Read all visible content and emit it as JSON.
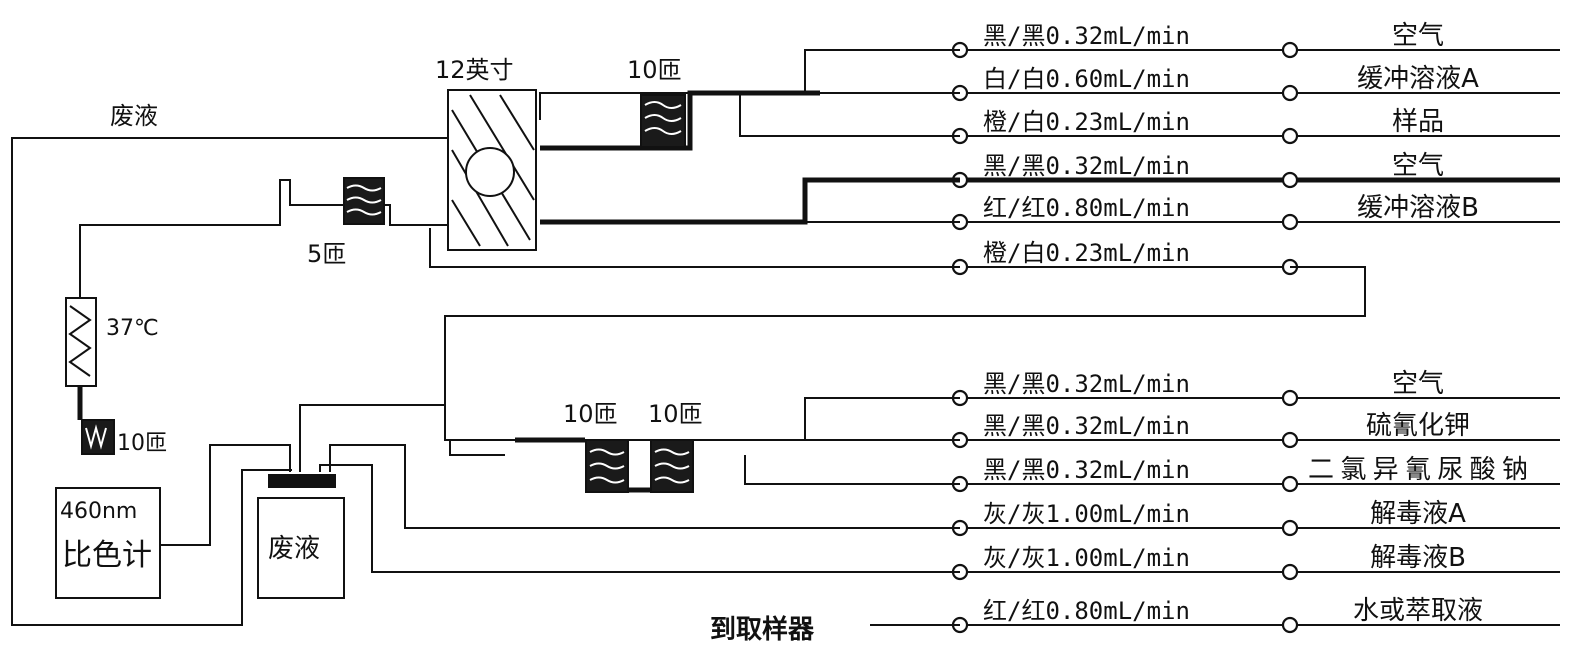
{
  "labels": {
    "waste_top": "废液",
    "mixer_12": "12英寸",
    "coil_10_top": "10匝",
    "coil_5": "5匝",
    "heater_temp": "37℃",
    "coil_10_left": "10匝",
    "coil_10_mid_a": "10匝",
    "coil_10_mid_b": "10匝",
    "colorimeter_wavelength": "460nm",
    "colorimeter_name": "比色计",
    "waste_box": "废液",
    "to_sampler": "到取样器"
  },
  "tubes": [
    {
      "tube": "黑/黑0.32mL/min",
      "reagent": "空气"
    },
    {
      "tube": "白/白0.60mL/min",
      "reagent": "缓冲溶液A"
    },
    {
      "tube": "橙/白0.23mL/min",
      "reagent": "样品"
    },
    {
      "tube": "黑/黑0.32mL/min",
      "reagent": "空气"
    },
    {
      "tube": "红/红0.80mL/min",
      "reagent": "缓冲溶液B"
    },
    {
      "tube": "橙/白0.23mL/min",
      "reagent": ""
    },
    {
      "tube": "黑/黑0.32mL/min",
      "reagent": "空气"
    },
    {
      "tube": "黑/黑0.32mL/min",
      "reagent": "硫氰化钾"
    },
    {
      "tube": "黑/黑0.32mL/min",
      "reagent": "二氯异氰尿酸钠"
    },
    {
      "tube": "灰/灰1.00mL/min",
      "reagent": "解毒液A"
    },
    {
      "tube": "灰/灰1.00mL/min",
      "reagent": "解毒液B"
    },
    {
      "tube": "红/红0.80mL/min",
      "reagent": "水或萃取液"
    }
  ]
}
